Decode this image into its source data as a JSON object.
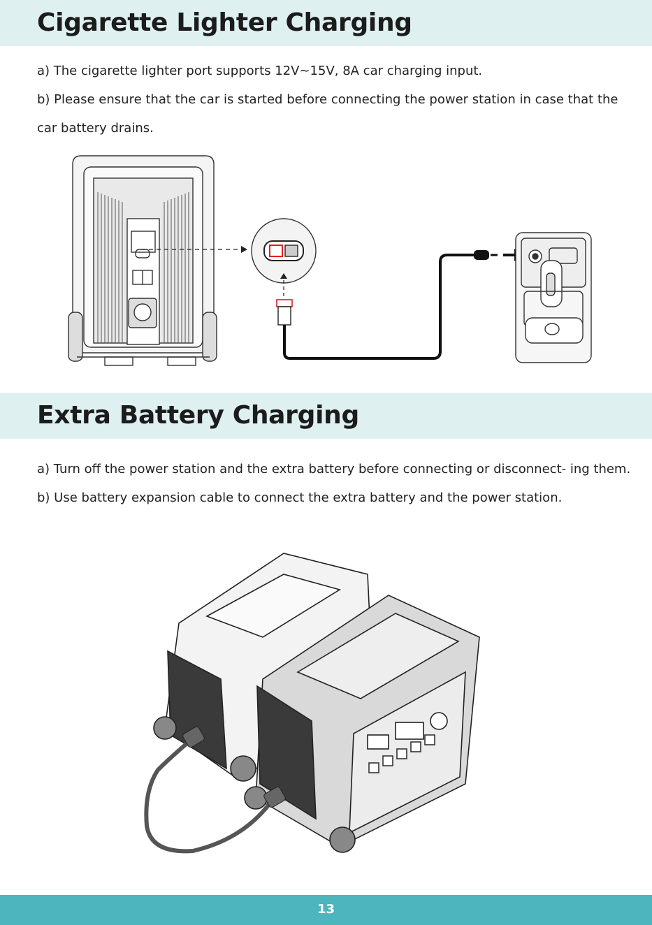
{
  "section1": {
    "title": "Cigarette Lighter Charging",
    "line_a": "a) The cigarette lighter port supports 12V~15V, 8A car charging input.",
    "line_b": "b) Please ensure that the car is started before connecting the power station in case that the car battery drains."
  },
  "section2": {
    "title": "Extra Battery Charging",
    "line_a": "a) Turn off the power station and the extra battery before connecting or disconnect- ing them.",
    "line_b": "b) Use battery expansion cable to connect the extra battery and the power station."
  },
  "footer": {
    "page_number": "13"
  },
  "colors": {
    "header_band": "#dff0f1",
    "footer_band": "#4db5bd",
    "highlight_red": "#e02020"
  },
  "icons": [
    "power-station-rear-illustration",
    "port-zoom-icon",
    "car-charger-cable-icon",
    "car-console-illustration",
    "power-station-pair-illustration",
    "expansion-cable-icon"
  ]
}
